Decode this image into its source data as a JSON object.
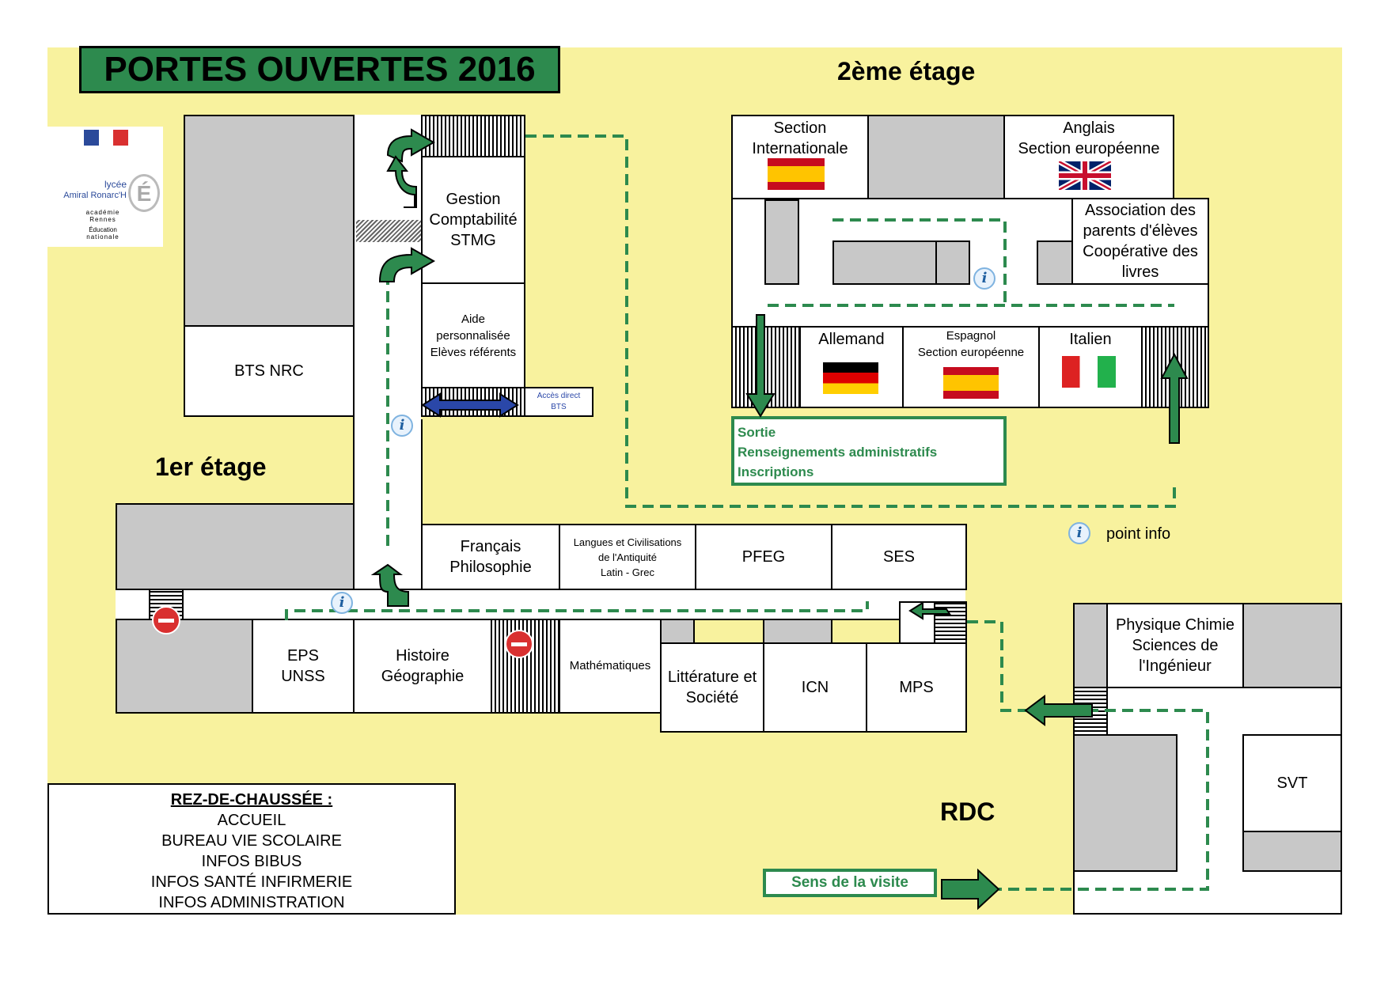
{
  "title": "PORTES OUVERTES 2016",
  "logo": {
    "line1": "lycée",
    "line2": "Amiral Ronarc'H",
    "line3": "académie",
    "line4": "Rennes",
    "line5": "Éducation",
    "line6": "nationale"
  },
  "floors": {
    "first": "1er étage",
    "second": "2ème étage",
    "ground": "RDC"
  },
  "rooms_first": {
    "bts_nrc": "BTS NRC",
    "gestion": "Gestion\nComptabilité\nSTMG",
    "aide": "Aide\npersonnalisée\nElèves référents",
    "acces": "Accès direct\nBTS",
    "francais": "Français\nPhilosophie",
    "langues": "Langues et Civilisations\nde l'Antiquité\nLatin - Grec",
    "pfeg": "PFEG",
    "ses": "SES",
    "eps": "EPS\nUNSS",
    "histoire": "Histoire\nGéographie",
    "maths": "Mathématiques",
    "litterature": "Littérature et\nSociété",
    "icn": "ICN",
    "mps": "MPS"
  },
  "rooms_second": {
    "section_inter": "Section\nInternationale",
    "anglais": "Anglais\nSection européenne",
    "association": "Association des\nparents d'élèves\nCoopérative des\nlivres",
    "allemand": "Allemand",
    "espagnol": "Espagnol\nSection européenne",
    "italien": "Italien"
  },
  "rooms_ground": {
    "physique": "Physique Chimie\nSciences de\nl'Ingénieur",
    "svt": "SVT"
  },
  "exit_box": {
    "line1": "Sortie",
    "line2": "Renseignements administratifs",
    "line3": "Inscriptions"
  },
  "info_legend": "point info",
  "info_glyph": "i",
  "visit_direction": "Sens de la visite",
  "rdc_legend": {
    "head": "REZ-DE-CHAUSSÉE :",
    "items": [
      "ACCUEIL",
      "BUREAU VIE SCOLAIRE",
      "INFOS BIBUS",
      "INFOS SANTÉ INFIRMERIE",
      "INFOS ADMINISTRATION"
    ]
  },
  "colors": {
    "background": "#f8f29e",
    "route_green": "#2d8a4e",
    "room_grey": "#c8c8c8",
    "arrow_blue": "#2a47a8"
  },
  "icons": [
    "info-icon",
    "no-entry-icon",
    "arrow-icon",
    "stairs-icon",
    "flag-spain-icon",
    "flag-uk-icon",
    "flag-germany-icon",
    "flag-italy-icon"
  ]
}
